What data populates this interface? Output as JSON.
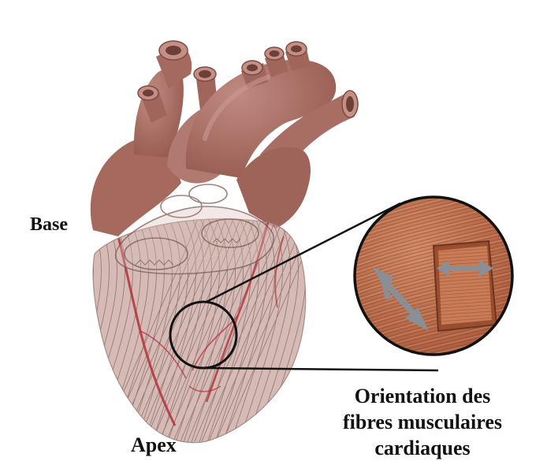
{
  "labels": {
    "base": "Base",
    "apex": "Apex",
    "orientation_lines": [
      "Orientation des",
      "fibres musculaires",
      "cardiaques"
    ]
  },
  "colors": {
    "heart_flesh": "#a86e63",
    "heart_shadow": "#7e4a42",
    "ventricle_translucent": "#c7a49d",
    "fiber_lines": "#6a4a45",
    "coronary_vessel": "#b3303a",
    "tissue_sample": "#c2714d",
    "arrow": "#8a8f95",
    "callout_lines": "#111111"
  },
  "icons": {
    "heart": "heart-illustration",
    "magnifier": "magnified-tissue-circle",
    "arrows": "double-headed-arrow"
  }
}
